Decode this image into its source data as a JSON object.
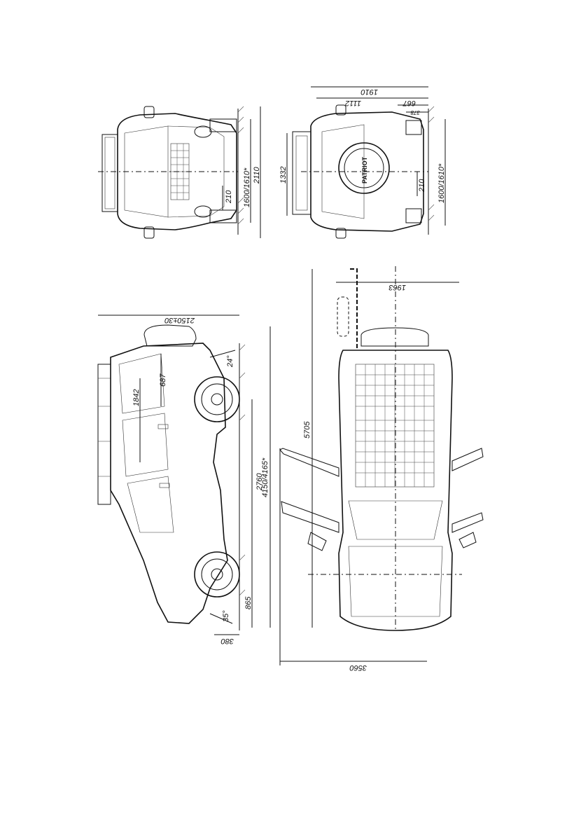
{
  "dimensions": {
    "front_track": "1600/1610*",
    "front_height": "2110",
    "front_clearance": "210",
    "rear_width": "1910",
    "rear_1112": "1112",
    "rear_667": "667",
    "rear_378": "378",
    "rear_height": "1332",
    "rear_clearance": "210",
    "rear_track": "1600/1610*",
    "side_height": "2150±30",
    "side_687": "687",
    "side_1842": "1842",
    "side_angle_front": "24°",
    "side_wheelbase": "2760",
    "side_length": "4150/4165*",
    "side_865": "865",
    "side_angle_rear": "35°",
    "side_380": "380",
    "top_width_mirrors": "1963",
    "top_length_doors": "5705",
    "top_width_doors": "3560"
  },
  "logo_text": "PATRIOT",
  "colors": {
    "ink": "#111111",
    "paper": "#ffffff"
  }
}
